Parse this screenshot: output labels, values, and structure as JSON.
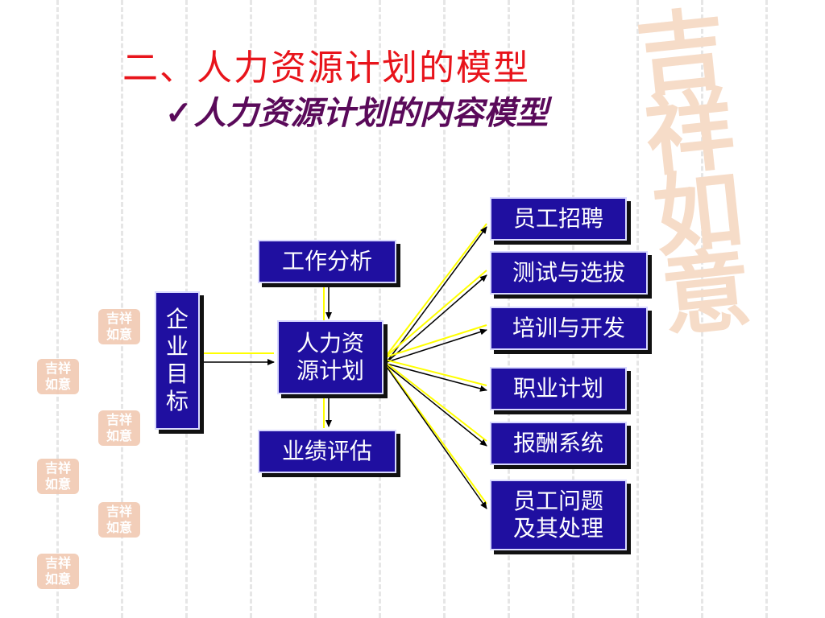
{
  "title": "二、人力资源计划的模型",
  "subtitle": {
    "check": "✓",
    "text": "人力资源计划的内容模型"
  },
  "decoration": {
    "text": "吉祥如意",
    "stamp_text": "吉祥\n如意"
  },
  "diagram": {
    "enterprise_goal": "企\n业\n目\n标",
    "job_analysis": "工作分析",
    "hr_plan": "人力资\n源计划",
    "performance_eval": "业绩评估",
    "outputs": [
      "员工招聘",
      "测试与选拔",
      "培训与开发",
      "职业计划",
      "报酬系统",
      "员工问题\n及其处理"
    ]
  },
  "colors": {
    "box_fill": "#1f0fa0",
    "title": "#e8141b",
    "subtitle": "#5a0a5a",
    "arrow_black": "#000000",
    "arrow_yellow": "#ffff00"
  }
}
